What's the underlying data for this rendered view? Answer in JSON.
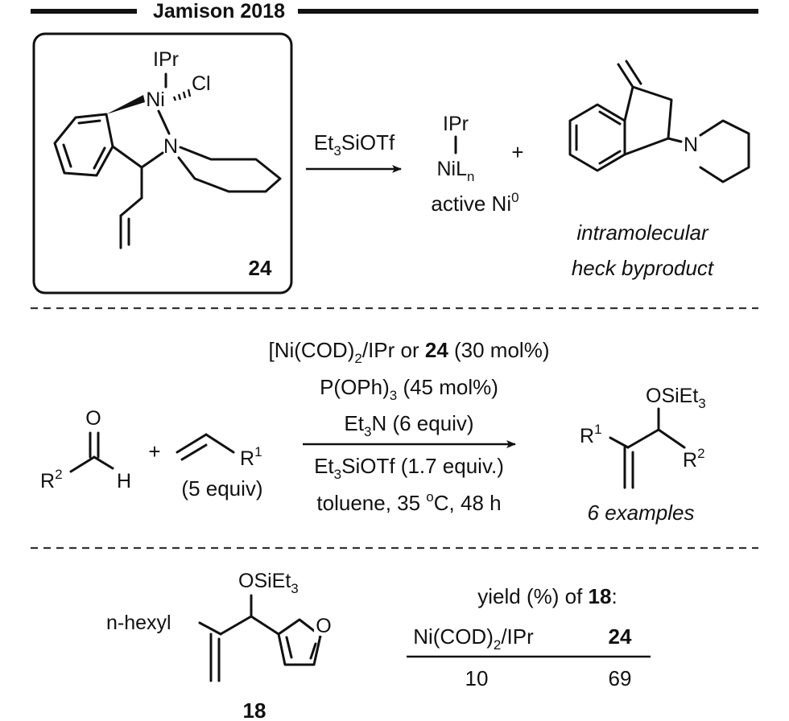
{
  "header": {
    "title": "Jamison 2018"
  },
  "panel1": {
    "complex_id": "24",
    "atoms": {
      "ipr": "IPr",
      "ni": "Ni",
      "cl": "Cl",
      "n": "N"
    },
    "reagent": {
      "base": "Et",
      "sub": "3",
      "rest": "SiOTf"
    },
    "active_species": {
      "ipr": "IPr",
      "ni": "NiL",
      "ni_sub": "n",
      "caption": "active Ni",
      "caption_sup": "0"
    },
    "plus": "+",
    "byproduct": {
      "atom_n": "N",
      "caption_line1": "intramolecular",
      "caption_line2": "heck byproduct"
    }
  },
  "panel2": {
    "aldehyde": {
      "o": "O",
      "r": "R",
      "r_sup": "2",
      "h": "H"
    },
    "plus": "+",
    "alkene": {
      "r": "R",
      "r_sup": "1",
      "equiv": "(5 equiv)"
    },
    "conditions": {
      "line1": {
        "pre": "[Ni(COD)",
        "sub": "2",
        "mid": "/IPr or ",
        "bold": "24",
        "post": " (30 mol%)"
      },
      "line2": {
        "pre": "P(OPh)",
        "sub": "3",
        "post": " (45 mol%)"
      },
      "line3": {
        "pre": "Et",
        "sub": "3",
        "post": "N (6 equiv)"
      },
      "line4": {
        "pre": "Et",
        "sub": "3",
        "post": "SiOTf (1.7 equiv.)"
      },
      "line5": {
        "pre": "toluene, 35 ",
        "sup": "o",
        "post": "C, 48 h"
      }
    },
    "product": {
      "osi": "OSiEt",
      "osi_sub": "3",
      "r1": "R",
      "r1_sup": "1",
      "r2": "R",
      "r2_sup": "2",
      "caption": "6 examples"
    }
  },
  "panel3": {
    "compound": {
      "osi": "OSiEt",
      "osi_sub": "3",
      "substituent": "n-hexyl",
      "o": "O",
      "id": "18"
    },
    "yield_table": {
      "caption_pre": "yield (%) of ",
      "caption_bold": "18",
      "caption_post": ":",
      "headers": [
        {
          "pre": "Ni(COD)",
          "sub": "2",
          "post": "/IPr"
        },
        {
          "bold": "24"
        }
      ],
      "values": [
        "10",
        "69"
      ]
    }
  }
}
